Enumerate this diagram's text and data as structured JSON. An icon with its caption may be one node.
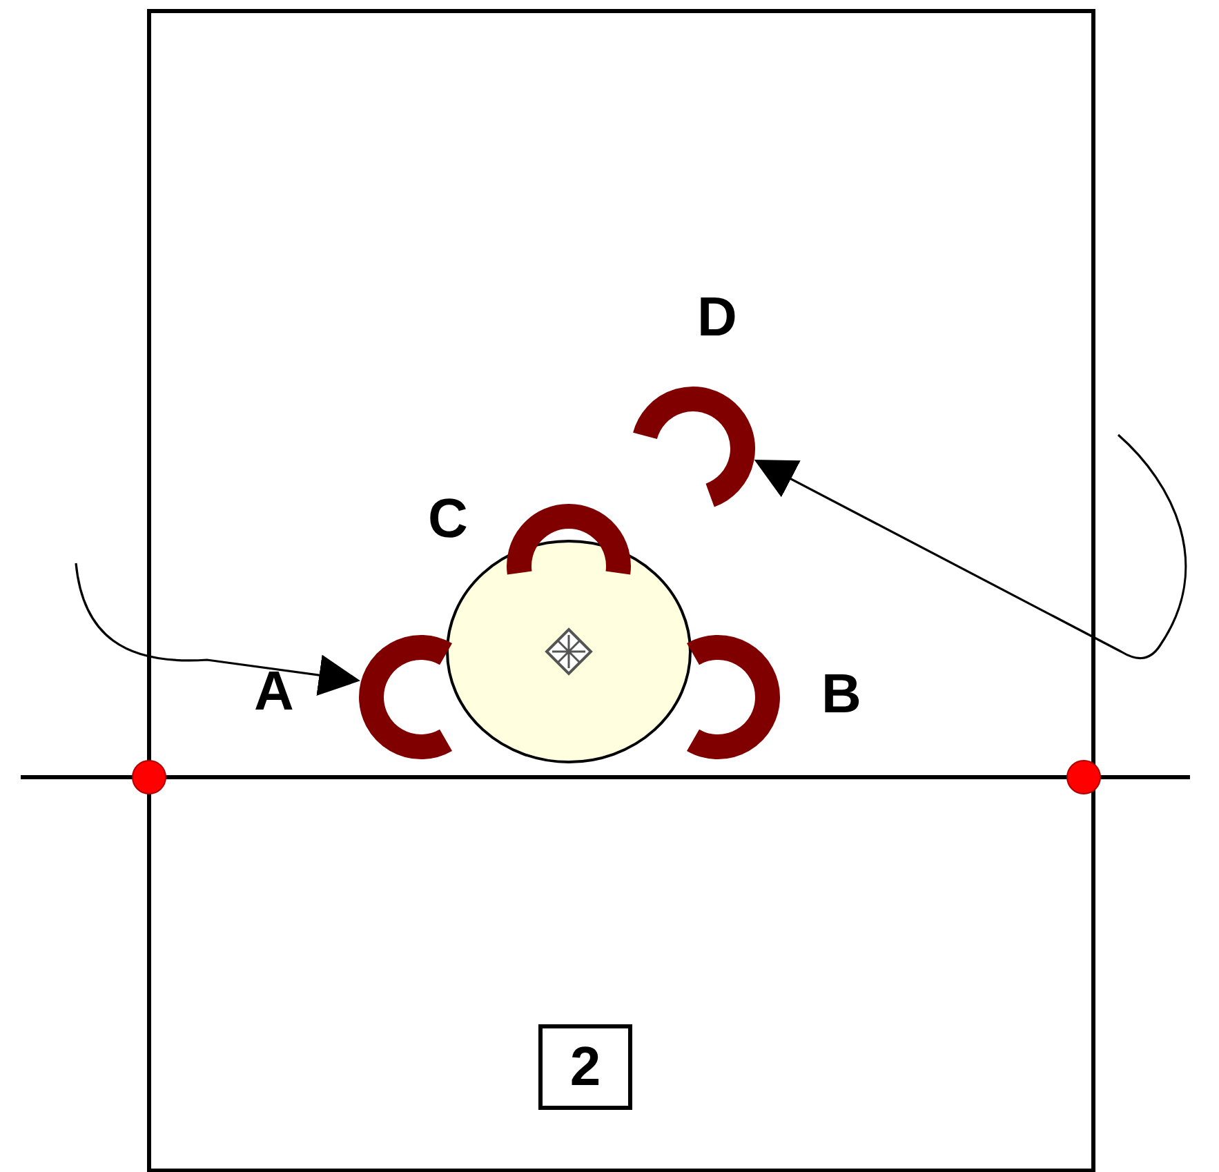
{
  "diagram": {
    "nodes": [
      {
        "text": [],
        "shape": "arc",
        "beside": [
          "D"
        ]
      },
      {
        "text": [],
        "shape": "arc",
        "beside": [
          "C"
        ]
      },
      {
        "text": [],
        "shape": "arc",
        "beside": [
          "A"
        ]
      },
      {
        "text": [],
        "shape": "arc",
        "beside": [
          "B"
        ]
      },
      {
        "text": [
          "2"
        ]
      }
    ],
    "edges": [
      {
        "from": null,
        "to": 2,
        "arrow": "to"
      },
      {
        "from": null,
        "to": 0,
        "arrow": "to"
      }
    ]
  }
}
